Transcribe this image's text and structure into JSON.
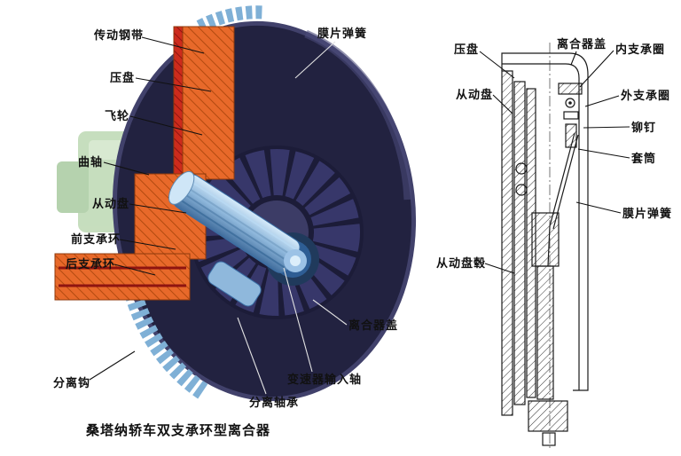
{
  "figure": {
    "left": {
      "caption": "桑塔纳轿车双支承环型离合器",
      "labels": [
        "传动钢带",
        "压盘",
        "飞轮",
        "曲轴",
        "从动盘",
        "前支承环",
        "后支承环",
        "分离钩",
        "膜片弹簧",
        "离合器盖",
        "变速器输入轴",
        "分离轴承"
      ]
    },
    "right": {
      "labels": [
        "压盘",
        "离合器盖",
        "内支承圈",
        "外支承圈",
        "铆钉",
        "套筒",
        "膜片弹簧",
        "从动盘",
        "从动盘毂"
      ]
    },
    "colors": {
      "cutaway_orange": "#e8692a",
      "cutaway_red": "#cd2b1c",
      "ring_gear_blue": "#7fb0d6",
      "body_navy": "#222240",
      "shaft_blue": "#9cc2e6",
      "engine_green": "#b9d6ae",
      "line_black": "#1a1a1a"
    }
  }
}
